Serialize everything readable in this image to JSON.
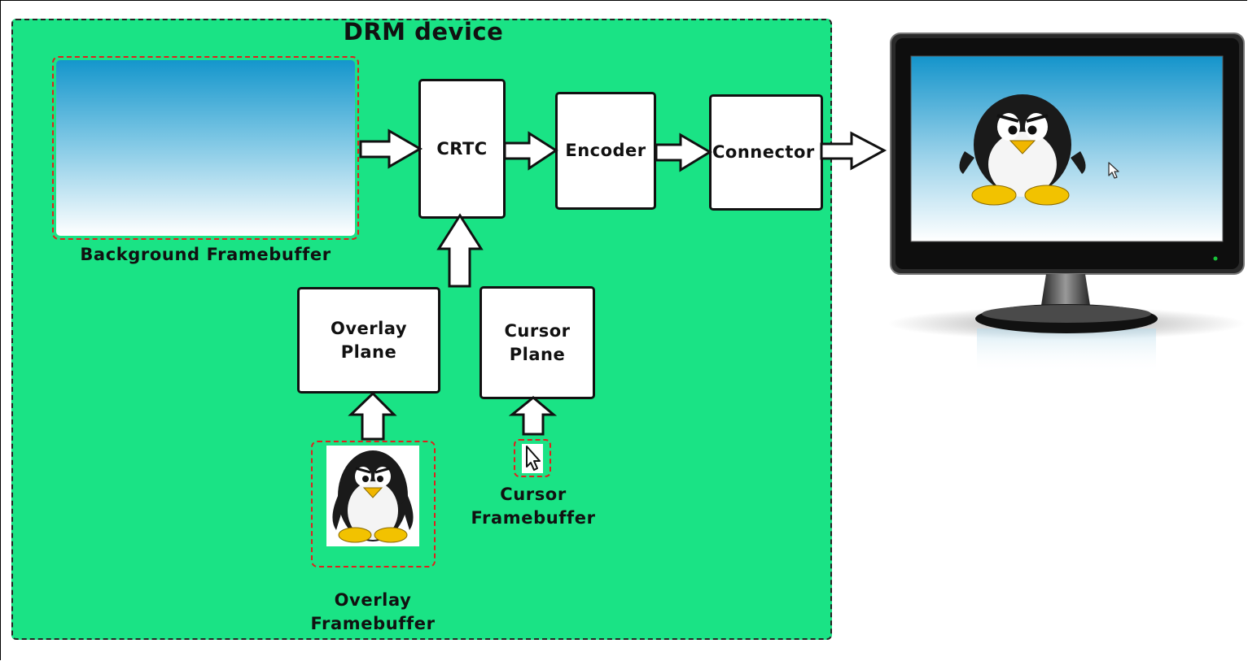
{
  "diagram": {
    "title": "DRM device",
    "nodes": {
      "crtc": "CRTC",
      "encoder": "Encoder",
      "connector": "Connector",
      "overlay_plane": [
        "Overlay",
        "Plane"
      ],
      "cursor_plane": [
        "Cursor",
        "Plane"
      ]
    },
    "framebuffers": {
      "background": "Background Framebuffer",
      "overlay": [
        "Overlay",
        "Framebuffer"
      ],
      "cursor": [
        "Cursor",
        "Framebuffer"
      ]
    }
  },
  "colors": {
    "device_fill": "#1ae385",
    "framebuffer_border": "#e0201c",
    "box_border": "#111111"
  },
  "icons": [
    "penguin-icon",
    "cursor-arrow-icon",
    "monitor-icon",
    "arrow-icon"
  ]
}
